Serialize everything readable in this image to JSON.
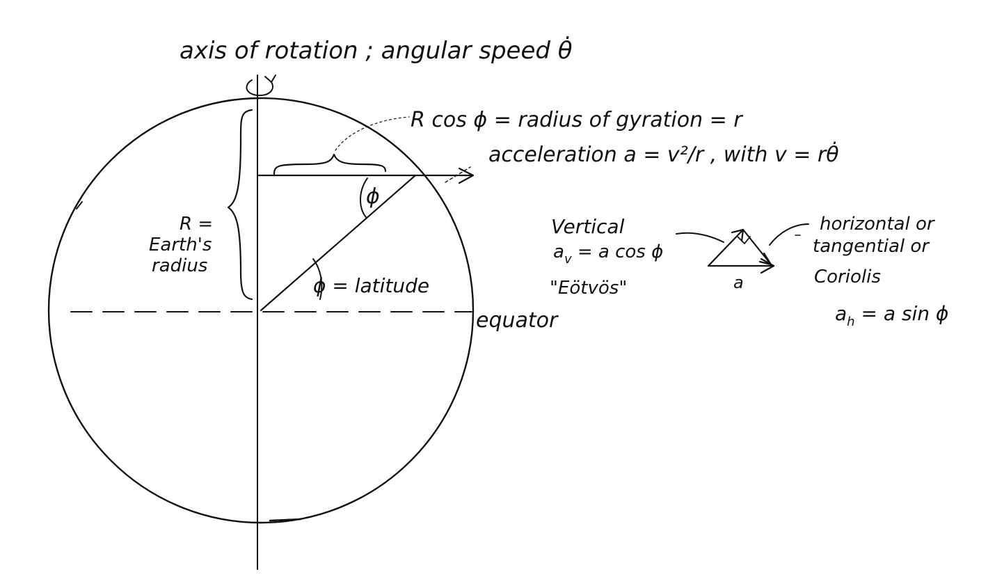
{
  "labels": {
    "axis_title": "axis of rotation ; angular speed θ̇",
    "radius_gyration": "R cos ϕ = radius of gyration = r",
    "acceleration": "acceleration  a = v²/r , with v = rθ̇",
    "phi_angle": "ϕ",
    "earth_radius_line1": "R =",
    "earth_radius_line2": "Earth's",
    "earth_radius_line3": "radius",
    "latitude": "ϕ = latitude",
    "equator": "equator",
    "vertical_line1": "Vertical",
    "vertical_line2": "a",
    "vertical_line2_sub": "v",
    "vertical_line2_rest": " = a cos ϕ",
    "vertical_line3": "\"Eötvös\"",
    "vector_a": "a",
    "horizontal_line1": "horizontal or",
    "horizontal_line2": "tangential or",
    "horizontal_line3": "Coriolis",
    "horizontal_line4": "a",
    "horizontal_line4_sub": "h",
    "horizontal_line4_rest": " = a sin ϕ"
  },
  "colors": {
    "ink": "#111111",
    "background": "#ffffff"
  }
}
